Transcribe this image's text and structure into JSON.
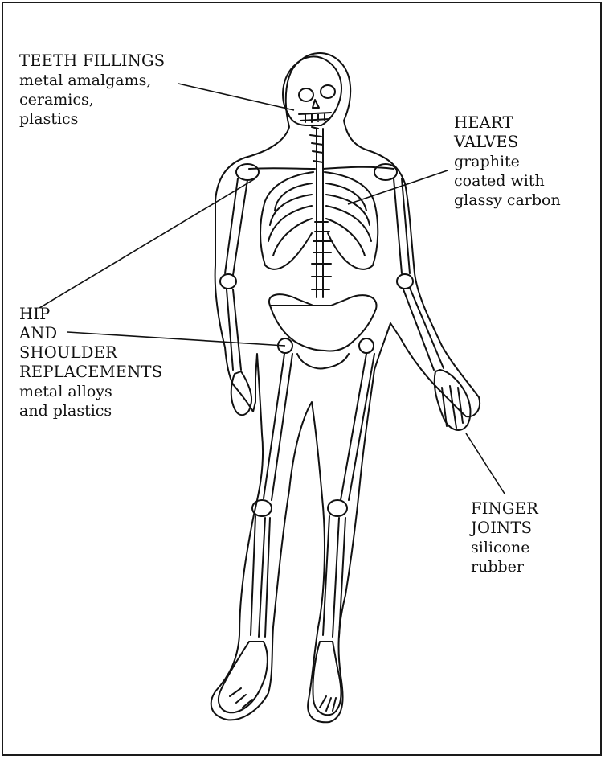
{
  "colors": {
    "ink": "#111111",
    "background": "#ffffff"
  },
  "illustration": "human-skeleton",
  "labels": {
    "teeth": {
      "head": [
        "TEETH FILLINGS"
      ],
      "body": [
        "metal amalgams,",
        "ceramics,",
        "plastics"
      ]
    },
    "heart": {
      "head": [
        "HEART",
        "VALVES"
      ],
      "body": [
        "graphite",
        "coated with",
        "glassy carbon"
      ]
    },
    "hip": {
      "head": [
        "HIP",
        "AND",
        "SHOULDER",
        "REPLACEMENTS"
      ],
      "body": [
        "metal alloys",
        "and plastics"
      ]
    },
    "finger": {
      "head": [
        "FINGER",
        "JOINTS"
      ],
      "body": [
        "silicone",
        "rubber"
      ]
    }
  }
}
